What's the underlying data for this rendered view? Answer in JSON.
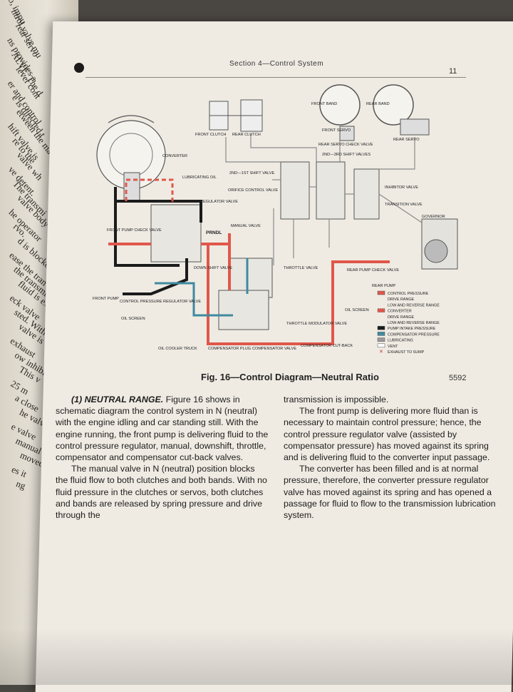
{
  "header": {
    "section": "Section 4—Control System",
    "page": "11"
  },
  "figure": {
    "caption": "Fig. 16—Control Diagram—Neutral Ratio",
    "number": "5592",
    "labels": {
      "front_band": "FRONT BAND",
      "rear_band": "REAR BAND",
      "front_clutch": "FRONT CLUTCH",
      "rear_clutch": "REAR CLUTCH",
      "front_servo": "FRONT SERVO",
      "rear_servo": "REAR SERVO",
      "rear_servo_check_valve": "REAR SERVO CHECK VALVE",
      "shift_valves_23": "2ND—3RD SHIFT VALVES",
      "converter": "CONVERTER",
      "lubricating_oil": "LUBRICATING OIL",
      "shift_valve_12": "2ND—1ST SHIFT VALVE",
      "orifice_control_valve": "ORIFICE CONTROL VALVE",
      "inhibitor_valve": "INHIBITOR VALVE",
      "transition_valve": "TRANSITION VALVE",
      "governor": "GOVERNOR",
      "converter_pressure_regulator_valve": "CONVERTER PRESSURE REGULATOR VALVE",
      "prndl": "PRNDL",
      "manual_valve": "MANUAL VALVE",
      "front_pump_check_valve": "FRONT PUMP CHECK VALVE",
      "down_shift_valve": "DOWN SHIFT VALVE",
      "throttle_valve": "THROTTLE VALVE",
      "rear_pump_check_valve": "REAR PUMP CHECK VALVE",
      "rear_pump": "REAR PUMP",
      "front_pump": "FRONT PUMP",
      "control_pressure_regulator_valve": "CONTROL PRESSURE REGULATOR VALVE",
      "oil_screen_left": "OIL SCREEN",
      "oil_screen_right": "OIL SCREEN",
      "throttle_modulator_valve": "THROTTLE MODULATOR VALVE",
      "oil_cooler_truck": "OIL COOLER TRUCK",
      "compensator_plug": "COMPENSATOR PLUG",
      "compensator_valve": "COMPENSATOR VALVE",
      "compensator_cutback": "COMPENSATOR CUT-BACK"
    },
    "legend": [
      {
        "text": "CONTROL PRESSURE",
        "color": "#e0574a",
        "pattern": "solid"
      },
      {
        "text": "DRIVE RANGE",
        "color": "",
        "pattern": "none"
      },
      {
        "text": "LOW AND REVERSE RANGE",
        "color": "",
        "pattern": "none"
      },
      {
        "text": "CONVERTER",
        "color": "#e0574a",
        "pattern": "dashed"
      },
      {
        "text": "DRIVE RANGE",
        "color": "",
        "pattern": "none"
      },
      {
        "text": "LOW AND REVERSE RANGE",
        "color": "",
        "pattern": "none"
      },
      {
        "text": "PUMP INTAKE PRESSURE",
        "color": "#1b1b1b",
        "pattern": "solid"
      },
      {
        "text": "COMPENSATOR PRESSURE",
        "color": "#3f8aa0",
        "pattern": "solid"
      },
      {
        "text": "LUBRICATING",
        "color": "#9a9a9a",
        "pattern": "solid"
      },
      {
        "text": "VENT",
        "color": "#ffffff",
        "pattern": "outline"
      },
      {
        "text": "EXHAUST TO SUMP",
        "color": "#c0392b",
        "pattern": "x"
      }
    ]
  },
  "body": {
    "left": [
      {
        "runin": "(1) NEUTRAL RANGE.",
        "text": " Figure 16 shows in schematic diagram the control system in N (neutral) with the engine idling and car standing still. With the engine running, the front pump is delivering fluid to the control pressure regulator, manual, downshift, throttle, compensator and compensator cut-back valves."
      },
      {
        "runin": "",
        "text": "The manual valve in N (neutral) position blocks the fluid flow to both clutches and both bands. With no fluid pressure in the clutches or servos, both clutches and bands are released by spring pressure and drive through the"
      }
    ],
    "right": [
      {
        "text": "transmission is impossible.",
        "indent": false
      },
      {
        "text": "The front pump is delivering more fluid than is necessary to maintain control pressure; hence, the control pressure regulator valve (assisted by compensator pressure) has moved against its spring and is delivering fluid to the converter input passage.",
        "indent": true
      },
      {
        "text": "The converter has been filled and is at normal pressure, therefore, the converter pressure regulator valve has moved against its spring and has opened a passage for fluid to flow to the transmission lubrication system.",
        "indent": true
      }
    ]
  },
  "left_page": {
    "lines": [
      "ro, impu",
      "ntrol valve mu",
      "rear servo",
      "ns provides a",
      "ALVE. The d",
      "lever cont",
      "er and control",
      "e is directed t",
      "etween the ma",
      "hift valve is",
      "re to the",
      "valve wh",
      "ve detent.",
      "The transmi",
      "valve body b",
      "he operator",
      "rvo.",
      "d is blocke",
      "ease the tran",
      "the transmis",
      "fluid is exha",
      "eck valve",
      "sted. With",
      "valve is",
      "exhaust",
      "ow inhibi",
      "This v",
      "25 m",
      "a close",
      "he valve",
      "e valve",
      "manual",
      "moved",
      "es it",
      "ng"
    ]
  },
  "colors": {
    "paper": "#efebe3",
    "control_pressure": "#e0574a",
    "pump_intake": "#1b1b1b",
    "compensator": "#3f8aa0",
    "lubricating": "#9a9a9a"
  }
}
